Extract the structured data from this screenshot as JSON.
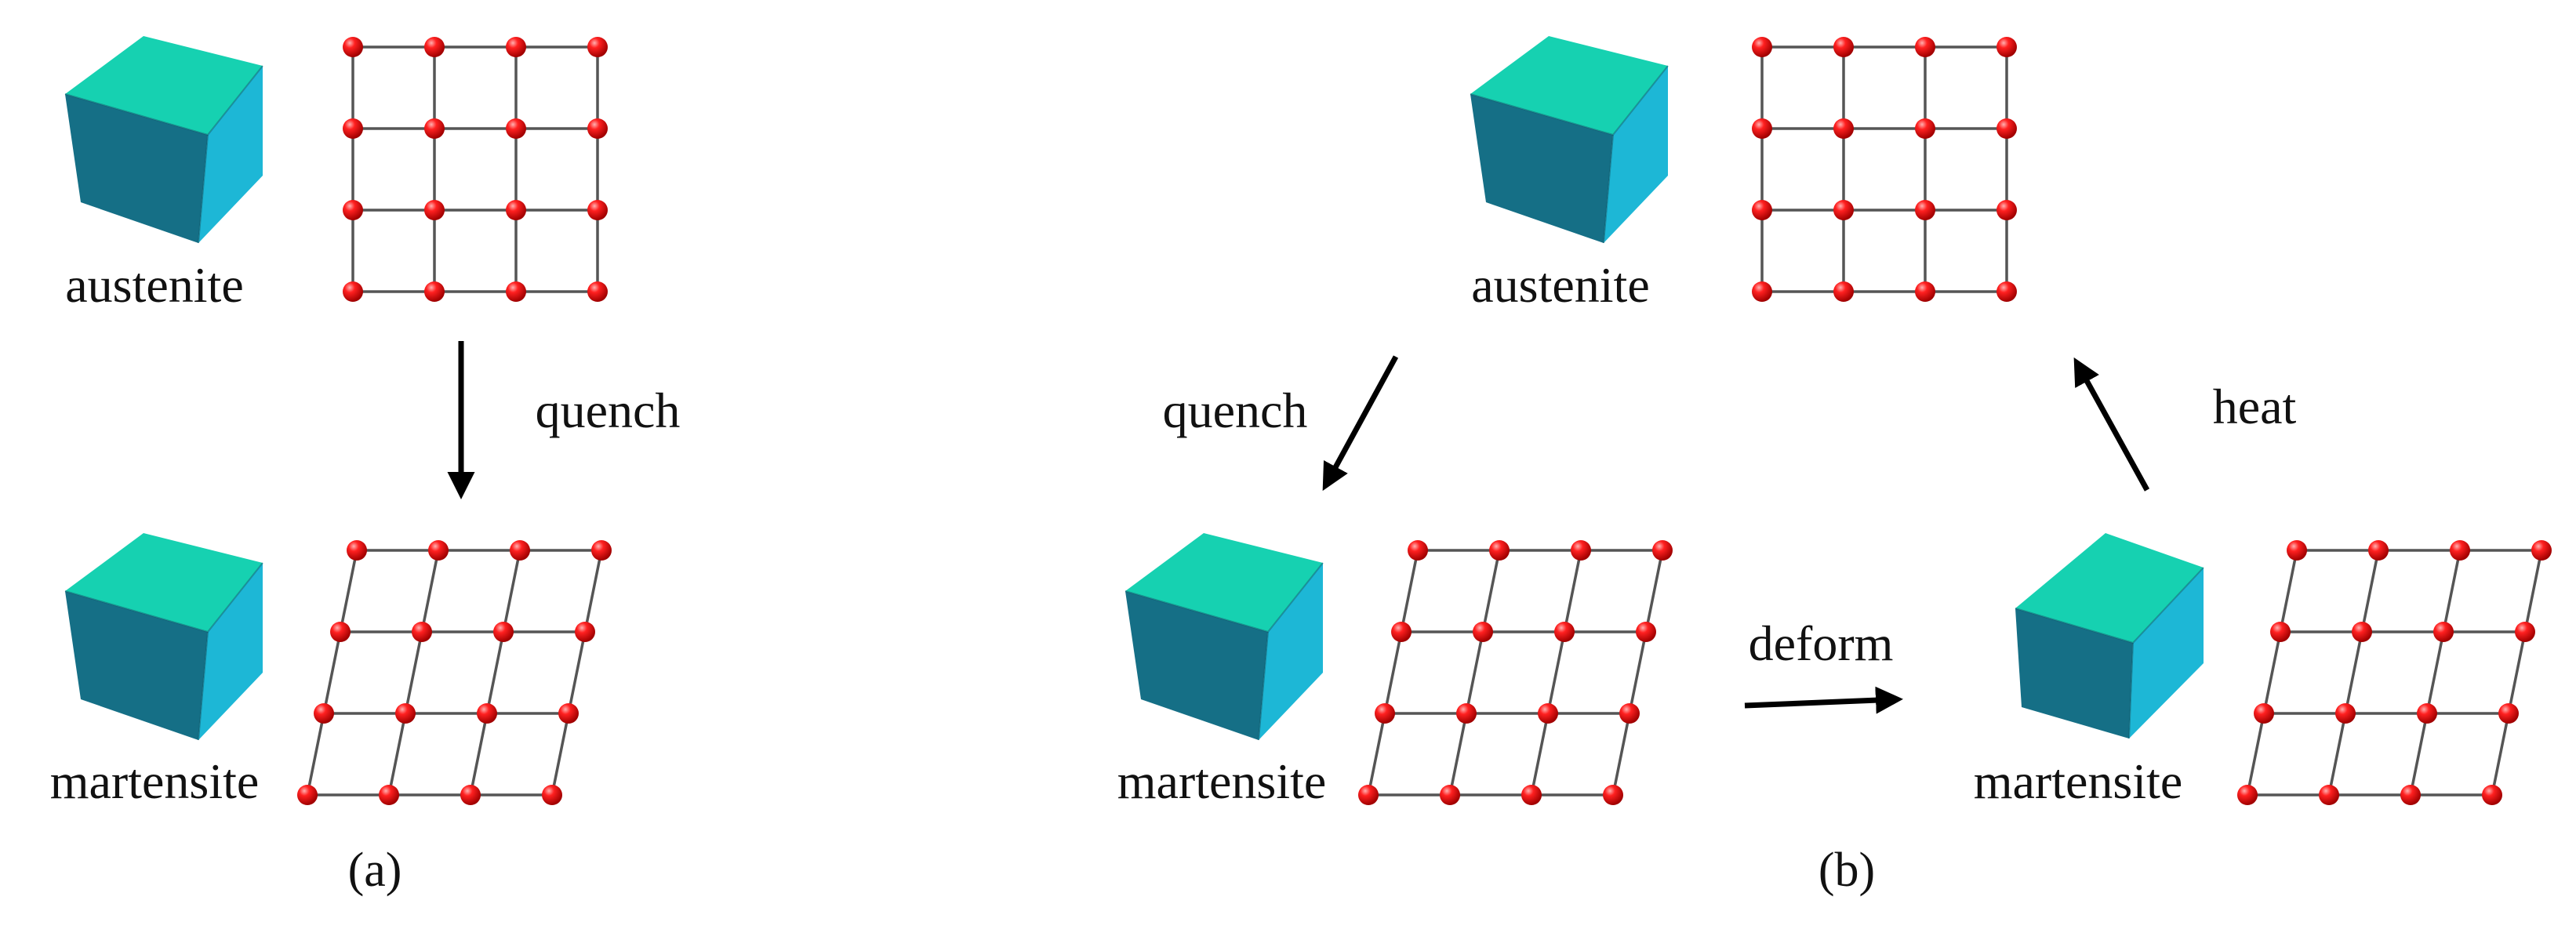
{
  "colors": {
    "cube_top": "#16d1b1",
    "cube_front": "#156f86",
    "cube_side": "#1db7d6",
    "atom": "#e00000",
    "lattice_line": "#555555",
    "arrow": "#000000"
  },
  "panels": [
    {
      "caption": "(a)",
      "phases": [
        {
          "label": "austenite",
          "lattice": "square",
          "cube": "cubic"
        },
        {
          "label": "martensite",
          "lattice": "sheared",
          "cube": "cubic"
        }
      ],
      "transitions": [
        {
          "label": "quench",
          "from": "austenite",
          "to": "martensite"
        }
      ]
    },
    {
      "caption": "(b)",
      "phases": [
        {
          "label": "austenite",
          "lattice": "square",
          "cube": "cubic"
        },
        {
          "label": "martensite",
          "lattice": "sheared",
          "cube": "cubic"
        },
        {
          "label": "martensite",
          "lattice": "sheared",
          "cube": "deformed"
        }
      ],
      "transitions": [
        {
          "label": "quench",
          "from": "austenite",
          "to": "martensite"
        },
        {
          "label": "deform",
          "from": "martensite",
          "to": "martensite (deformed)"
        },
        {
          "label": "heat",
          "from": "martensite (deformed)",
          "to": "austenite"
        }
      ]
    }
  ]
}
